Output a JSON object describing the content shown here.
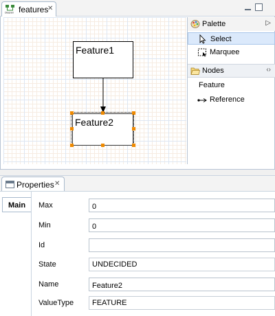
{
  "editor": {
    "tab_title": "features",
    "tab_icon": "diagram-icon",
    "close_glyph": "✕",
    "nodes": [
      {
        "label": "Feature1"
      },
      {
        "label": "Feature2"
      }
    ],
    "palette": {
      "title": "Palette",
      "expand_glyph": "▷",
      "tools": [
        {
          "label": "Select",
          "icon": "arrow-pointer-icon",
          "selected": true
        },
        {
          "label": "Marquee",
          "icon": "marquee-icon",
          "selected": false
        }
      ],
      "drawer": {
        "title": "Nodes",
        "collapse_glyph": "‹›",
        "items": [
          {
            "label": "Feature"
          },
          {
            "label": "Reference",
            "icon": "connection-icon"
          }
        ]
      }
    }
  },
  "properties": {
    "tab_title": "Properties",
    "close_glyph": "✕",
    "side_tab": "Main",
    "fields": [
      {
        "label": "Max",
        "value": "0"
      },
      {
        "label": "Min",
        "value": "0"
      },
      {
        "label": "Id",
        "value": ""
      },
      {
        "label": "State",
        "value": "UNDECIDED"
      },
      {
        "label": "Name",
        "value": "Feature2"
      },
      {
        "label": "ValueType",
        "value": "FEATURE"
      }
    ]
  },
  "colors": {
    "selection_handle": "#f08a00",
    "palette_selected": "#dbe9fb",
    "grid_major": "#dde6f2",
    "grid_minor": "#f6ece2"
  }
}
